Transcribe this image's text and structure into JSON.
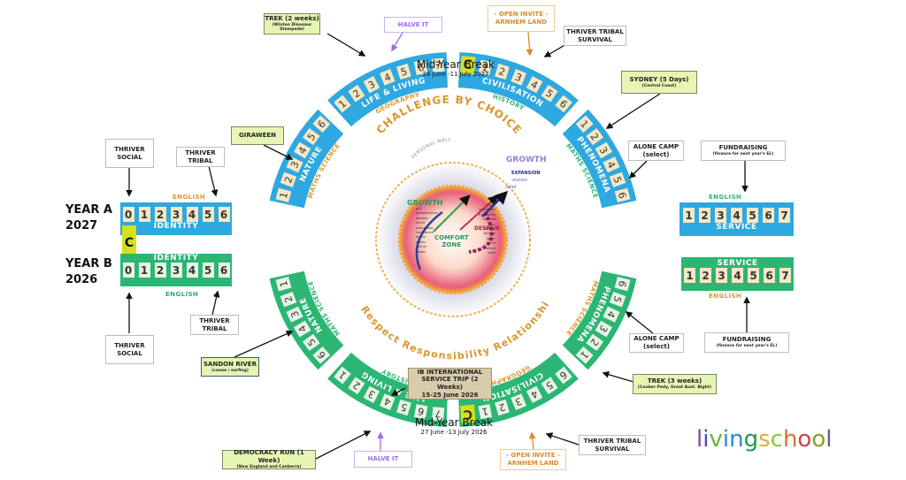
{
  "colors": {
    "blue": "#2ea8e0",
    "green": "#2bb673",
    "gold": "#d9962a",
    "cellTan": "#f5e7c4",
    "cTag": "#d4e020",
    "purple": "#9b6cf0",
    "orange": "#e0892a"
  },
  "years": [
    {
      "label": "YEAR A",
      "year": "2027"
    },
    {
      "label": "YEAR B",
      "year": "2026"
    }
  ],
  "c_label": "C",
  "yearA": {
    "identity": {
      "title": "IDENTITY",
      "subject": "ENGLISH",
      "cells": [
        "0",
        "1",
        "2",
        "3",
        "4",
        "5",
        "6"
      ]
    },
    "nature": {
      "title": "NATURE",
      "subject": "MATHS SCIENCE",
      "cells": [
        "1",
        "2",
        "3",
        "4",
        "5",
        "6"
      ]
    },
    "life": {
      "title": "LIFE & LIVING",
      "subject": "GEOGRAPHY",
      "cells": [
        "1",
        "2",
        "3",
        "4",
        "5",
        "6",
        "7"
      ]
    },
    "civ": {
      "title": "CIVILISATION",
      "subject": "HISTORY",
      "cells": [
        "C",
        "1",
        "2",
        "3",
        "4",
        "5",
        "6"
      ]
    },
    "phen": {
      "title": "PHENOMENA",
      "subject": "MATHS SCIENCE",
      "cells": [
        "1",
        "2",
        "3",
        "4",
        "5",
        "6"
      ]
    },
    "service": {
      "title": "SERVICE",
      "subject": "ENGLISH",
      "cells": [
        "1",
        "2",
        "3",
        "4",
        "5",
        "6",
        "7"
      ]
    },
    "mid_break": {
      "title": "Mid-Year Break",
      "dates": "26 June -11 July 2027"
    }
  },
  "yearB": {
    "identity": {
      "title": "IDENTITY",
      "subject": "ENGLISH",
      "cells": [
        "0",
        "1",
        "2",
        "3",
        "4",
        "5",
        "6"
      ]
    },
    "nature": {
      "title": "NATURE",
      "subject": "MATHS SCIENCE",
      "cells": [
        "1",
        "2",
        "3",
        "4",
        "5",
        "6"
      ]
    },
    "life": {
      "title": "LIFE & LIVING",
      "subject": "HISTORY",
      "cells": [
        "1",
        "2",
        "3",
        "4",
        "5",
        "6",
        "7"
      ]
    },
    "civ": {
      "title": "CIVILISATION",
      "subject": "GEOGRAPHY",
      "cells": [
        "C",
        "1",
        "2",
        "3",
        "4",
        "5",
        "6"
      ]
    },
    "phen": {
      "title": "PHENOMENA",
      "subject": "MATHS SCIENCE",
      "cells": [
        "1",
        "2",
        "3",
        "4",
        "5",
        "6"
      ]
    },
    "service": {
      "title": "SERVICE",
      "subject": "ENGLISH",
      "cells": [
        "1",
        "2",
        "3",
        "4",
        "5",
        "6",
        "7"
      ]
    },
    "mid_break": {
      "title": "Mid-Year Break",
      "dates": "27 June -13 July 2026"
    }
  },
  "boxes": {
    "thriver_social": {
      "line1": "THRIVER",
      "line2": "SOCIAL"
    },
    "thriver_tribal": {
      "line1": "THRIVER",
      "line2": "TRIBAL"
    },
    "giraween": {
      "line1": "GIRAWEEN"
    },
    "trek2": {
      "line1": "TREK (2 weeks)",
      "sub": "(Winton Dinosaur Stampede)"
    },
    "halve_it": {
      "line1": "HALVE IT"
    },
    "open_invite": {
      "line1": "- OPEN INVITE -",
      "line2": "ARNHEM LAND"
    },
    "tribal_survival": {
      "line1": "THRIVER TRIBAL",
      "line2": "SURVIVAL"
    },
    "sydney": {
      "line1": "SYDNEY (5 Days)",
      "sub": "(Central Coast)"
    },
    "alone_camp": {
      "line1": "ALONE CAMP",
      "line2": "(select)"
    },
    "fundraising": {
      "line1": "FUNDRAISING",
      "sub": "(finance for next year's EL)"
    },
    "sandon": {
      "line1": "SANDON RIVER",
      "sub": "(canoe / surfing)"
    },
    "democracy": {
      "line1": "DEMOCRACY RUN (1 Week)",
      "sub": "(New England and Canberra)"
    },
    "ib_trip": {
      "line1": "IB INTERNATIONAL",
      "line2": "SERVICE TRIP (2 Weeks)",
      "line3": "15-25 June 2026"
    },
    "trek3": {
      "line1": "TREK (3 weeks)",
      "sub": "(Coober Pedy, Great Aust. Bight)"
    }
  },
  "center": {
    "top_arc": "CHALLENGE BY CHOICE",
    "bottom_arc": "Respect  Responsibility  Relationships",
    "personal_wall": "PERSONAL WALL",
    "growth": "GROWTH",
    "comfort_zone": [
      "COMFORT",
      "ZONE"
    ],
    "despair": "DESPAIR",
    "expansion": "EXPANSION",
    "elation": "elation",
    "relief": "relief",
    "words_left": [
      "grit",
      "perseverance",
      "passion",
      "nerve",
      "awareness",
      "confidence",
      "bonus",
      "safety",
      "shame",
      "regret"
    ],
    "words_right": [
      "anger",
      "opposition",
      "frustration",
      "distress",
      "fear",
      "anxiety",
      "tension",
      "panic",
      "guilt",
      "retreat",
      "relief"
    ]
  },
  "logo": {
    "letters": [
      "l",
      "i",
      "v",
      "i",
      "n",
      "g",
      "s",
      "c",
      "h",
      "o",
      "o",
      "l"
    ],
    "colors": [
      "#7b4fa0",
      "#4a4fb0",
      "#6ab03a",
      "#2a8ad0",
      "#2a8ad0",
      "#1f9a50",
      "#e0b030",
      "#8cc63f",
      "#e07030",
      "#d04050",
      "#8aa020",
      "#7b4fa0"
    ]
  }
}
